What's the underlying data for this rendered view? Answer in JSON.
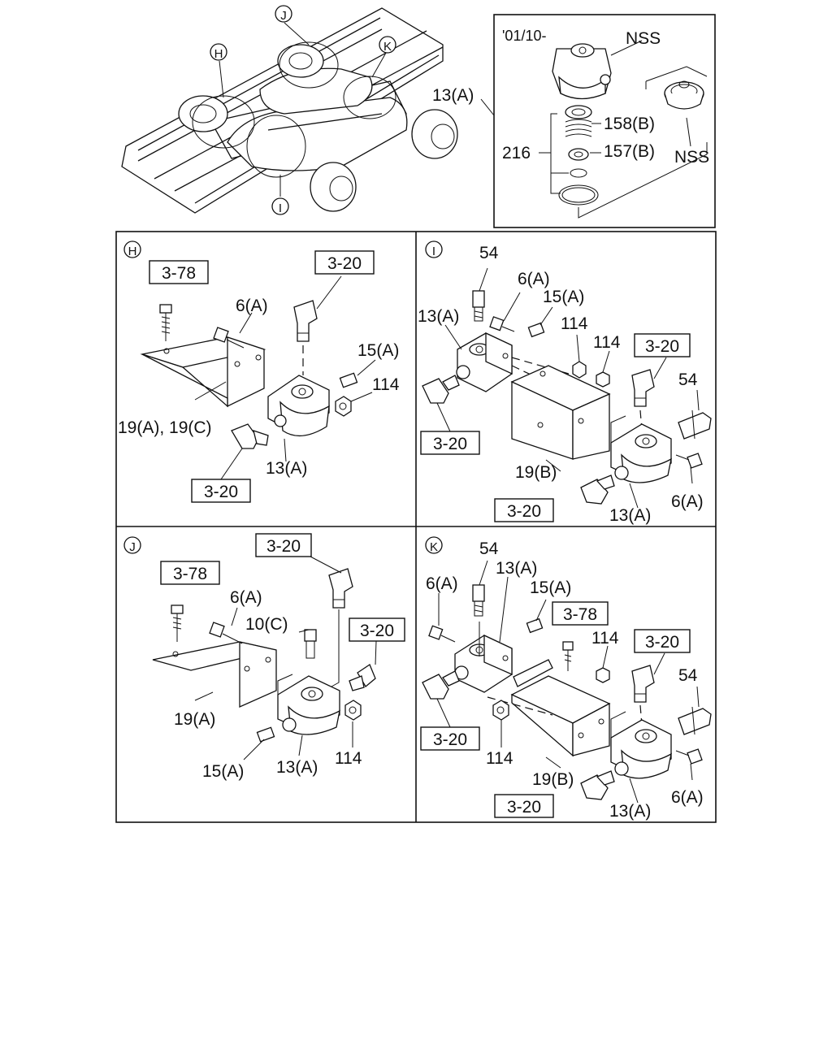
{
  "overview": {
    "callouts": {
      "H": "H",
      "I": "I",
      "J": "J",
      "K": "K"
    }
  },
  "inset": {
    "date_code": "'01/10-",
    "labels": {
      "nss_top": "NSS",
      "nss_right": "NSS",
      "part_158": "158(B)",
      "part_157": "157(B)",
      "part_216": "216",
      "part_13a": "13(A)"
    }
  },
  "panel_h": {
    "letter": "H",
    "ref_3_78": "3-78",
    "ref_3_20_top": "3-20",
    "ref_3_20_bottom": "3-20",
    "labels": {
      "p6a": "6(A)",
      "p15a": "15(A)",
      "p114": "114",
      "p19": "19(A), 19(C)",
      "p13a": "13(A)"
    }
  },
  "panel_i": {
    "letter": "I",
    "ref_3_20_right": "3-20",
    "ref_3_20_left": "3-20",
    "ref_3_20_bottom": "3-20",
    "labels": {
      "p54_top": "54",
      "p6a_top": "6(A)",
      "p15a": "15(A)",
      "p13a_top": "13(A)",
      "p114_a": "114",
      "p114_b": "114",
      "p54_right": "54",
      "p19b": "19(B)",
      "p13a_bottom": "13(A)",
      "p6a_bottom": "6(A)"
    }
  },
  "panel_j": {
    "letter": "J",
    "ref_3_78": "3-78",
    "ref_3_20_top": "3-20",
    "ref_3_20_right": "3-20",
    "labels": {
      "p6a": "6(A)",
      "p10c": "10(C)",
      "p19a": "19(A)",
      "p15a": "15(A)",
      "p13a": "13(A)",
      "p114": "114"
    }
  },
  "panel_k": {
    "letter": "K",
    "ref_3_78": "3-78",
    "ref_3_20_right": "3-20",
    "ref_3_20_left": "3-20",
    "ref_3_20_bottom": "3-20",
    "labels": {
      "p54_top": "54",
      "p13a_top": "13(A)",
      "p6a_top": "6(A)",
      "p15a": "15(A)",
      "p114_top": "114",
      "p54_right": "54",
      "p114_left": "114",
      "p19b": "19(B)",
      "p13a_bottom": "13(A)",
      "p6a_bottom": "6(A)"
    }
  }
}
